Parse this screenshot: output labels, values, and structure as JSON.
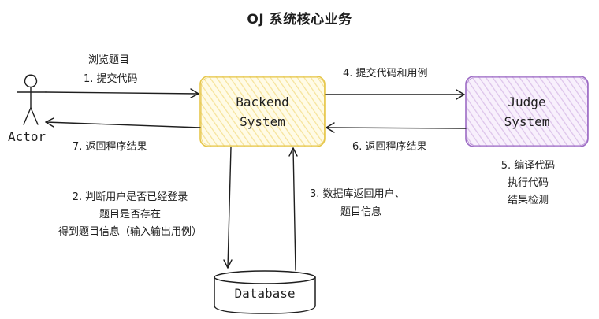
{
  "title": "OJ 系统核心业务",
  "actor": {
    "label": "Actor"
  },
  "backend": {
    "line1": "Backend",
    "line2": "System"
  },
  "judge": {
    "line1": "Judge",
    "line2": "System"
  },
  "database": {
    "label": "Database"
  },
  "edges": {
    "actor_to_backend": {
      "line1": "浏览题目",
      "line2": "1. 提交代码"
    },
    "backend_to_actor": {
      "line1": "7. 返回程序结果"
    },
    "backend_to_judge": {
      "line1": "4. 提交代码和用例"
    },
    "judge_to_backend": {
      "line1": "6. 返回程序结果"
    },
    "backend_to_db": {
      "line1": "2. 判断用户是否已经登录",
      "line2": "题目是否存在",
      "line3": "得到题目信息（输入输出用例）"
    },
    "db_to_backend": {
      "line1": "3. 数据库返回用户、",
      "line2": "题目信息"
    },
    "judge_internal": {
      "line1": "5. 编译代码",
      "line2": "执行代码",
      "line3": "结果检测"
    }
  },
  "colors": {
    "backend_fill": "#fff4c4",
    "backend_stroke": "#e6c64a",
    "judge_fill": "#efe0f7",
    "judge_stroke": "#9c6bc4",
    "line": "#1e1e1e"
  }
}
